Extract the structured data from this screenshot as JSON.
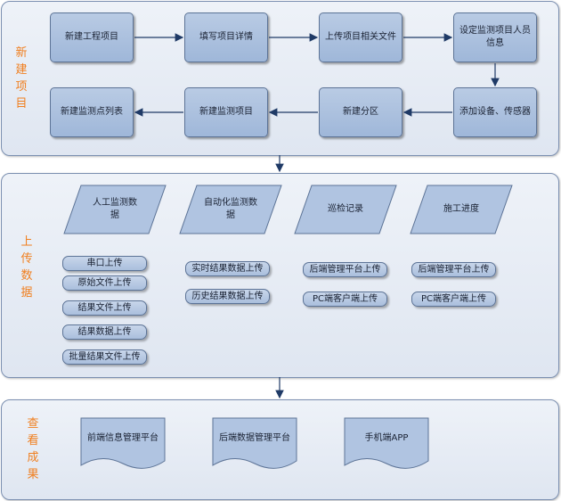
{
  "sections": {
    "create": {
      "title": "新建项目"
    },
    "upload": {
      "title": "上传数据"
    },
    "view": {
      "title": "查看成果"
    }
  },
  "create_steps": [
    "新建工程项目",
    "填写项目详情",
    "上传项目相关文件",
    "设定监测项目人员信息",
    "添加设备、传感器",
    "新建分区",
    "新建监测项目",
    "新建监测点列表"
  ],
  "upload_sources": [
    {
      "label": "人工监测数据",
      "methods": [
        "串口上传",
        "原始文件上传",
        "结果文件上传",
        "结果数据上传",
        "批量结果文件上传"
      ]
    },
    {
      "label": "自动化监测数据",
      "methods": [
        "实时结果数据上传",
        "历史结果数据上传"
      ]
    },
    {
      "label": "巡检记录",
      "methods": [
        "后端管理平台上传",
        "PC端客户端上传"
      ]
    },
    {
      "label": "施工进度",
      "methods": [
        "后端管理平台上传",
        "PC端客户端上传"
      ]
    }
  ],
  "outputs": [
    "前端信息管理平台",
    "后端数据管理平台",
    "手机端APP"
  ],
  "colors": {
    "section_title": "#f07f1f",
    "box_fill": "#a9bedd",
    "arrow": "#1f3a66"
  }
}
